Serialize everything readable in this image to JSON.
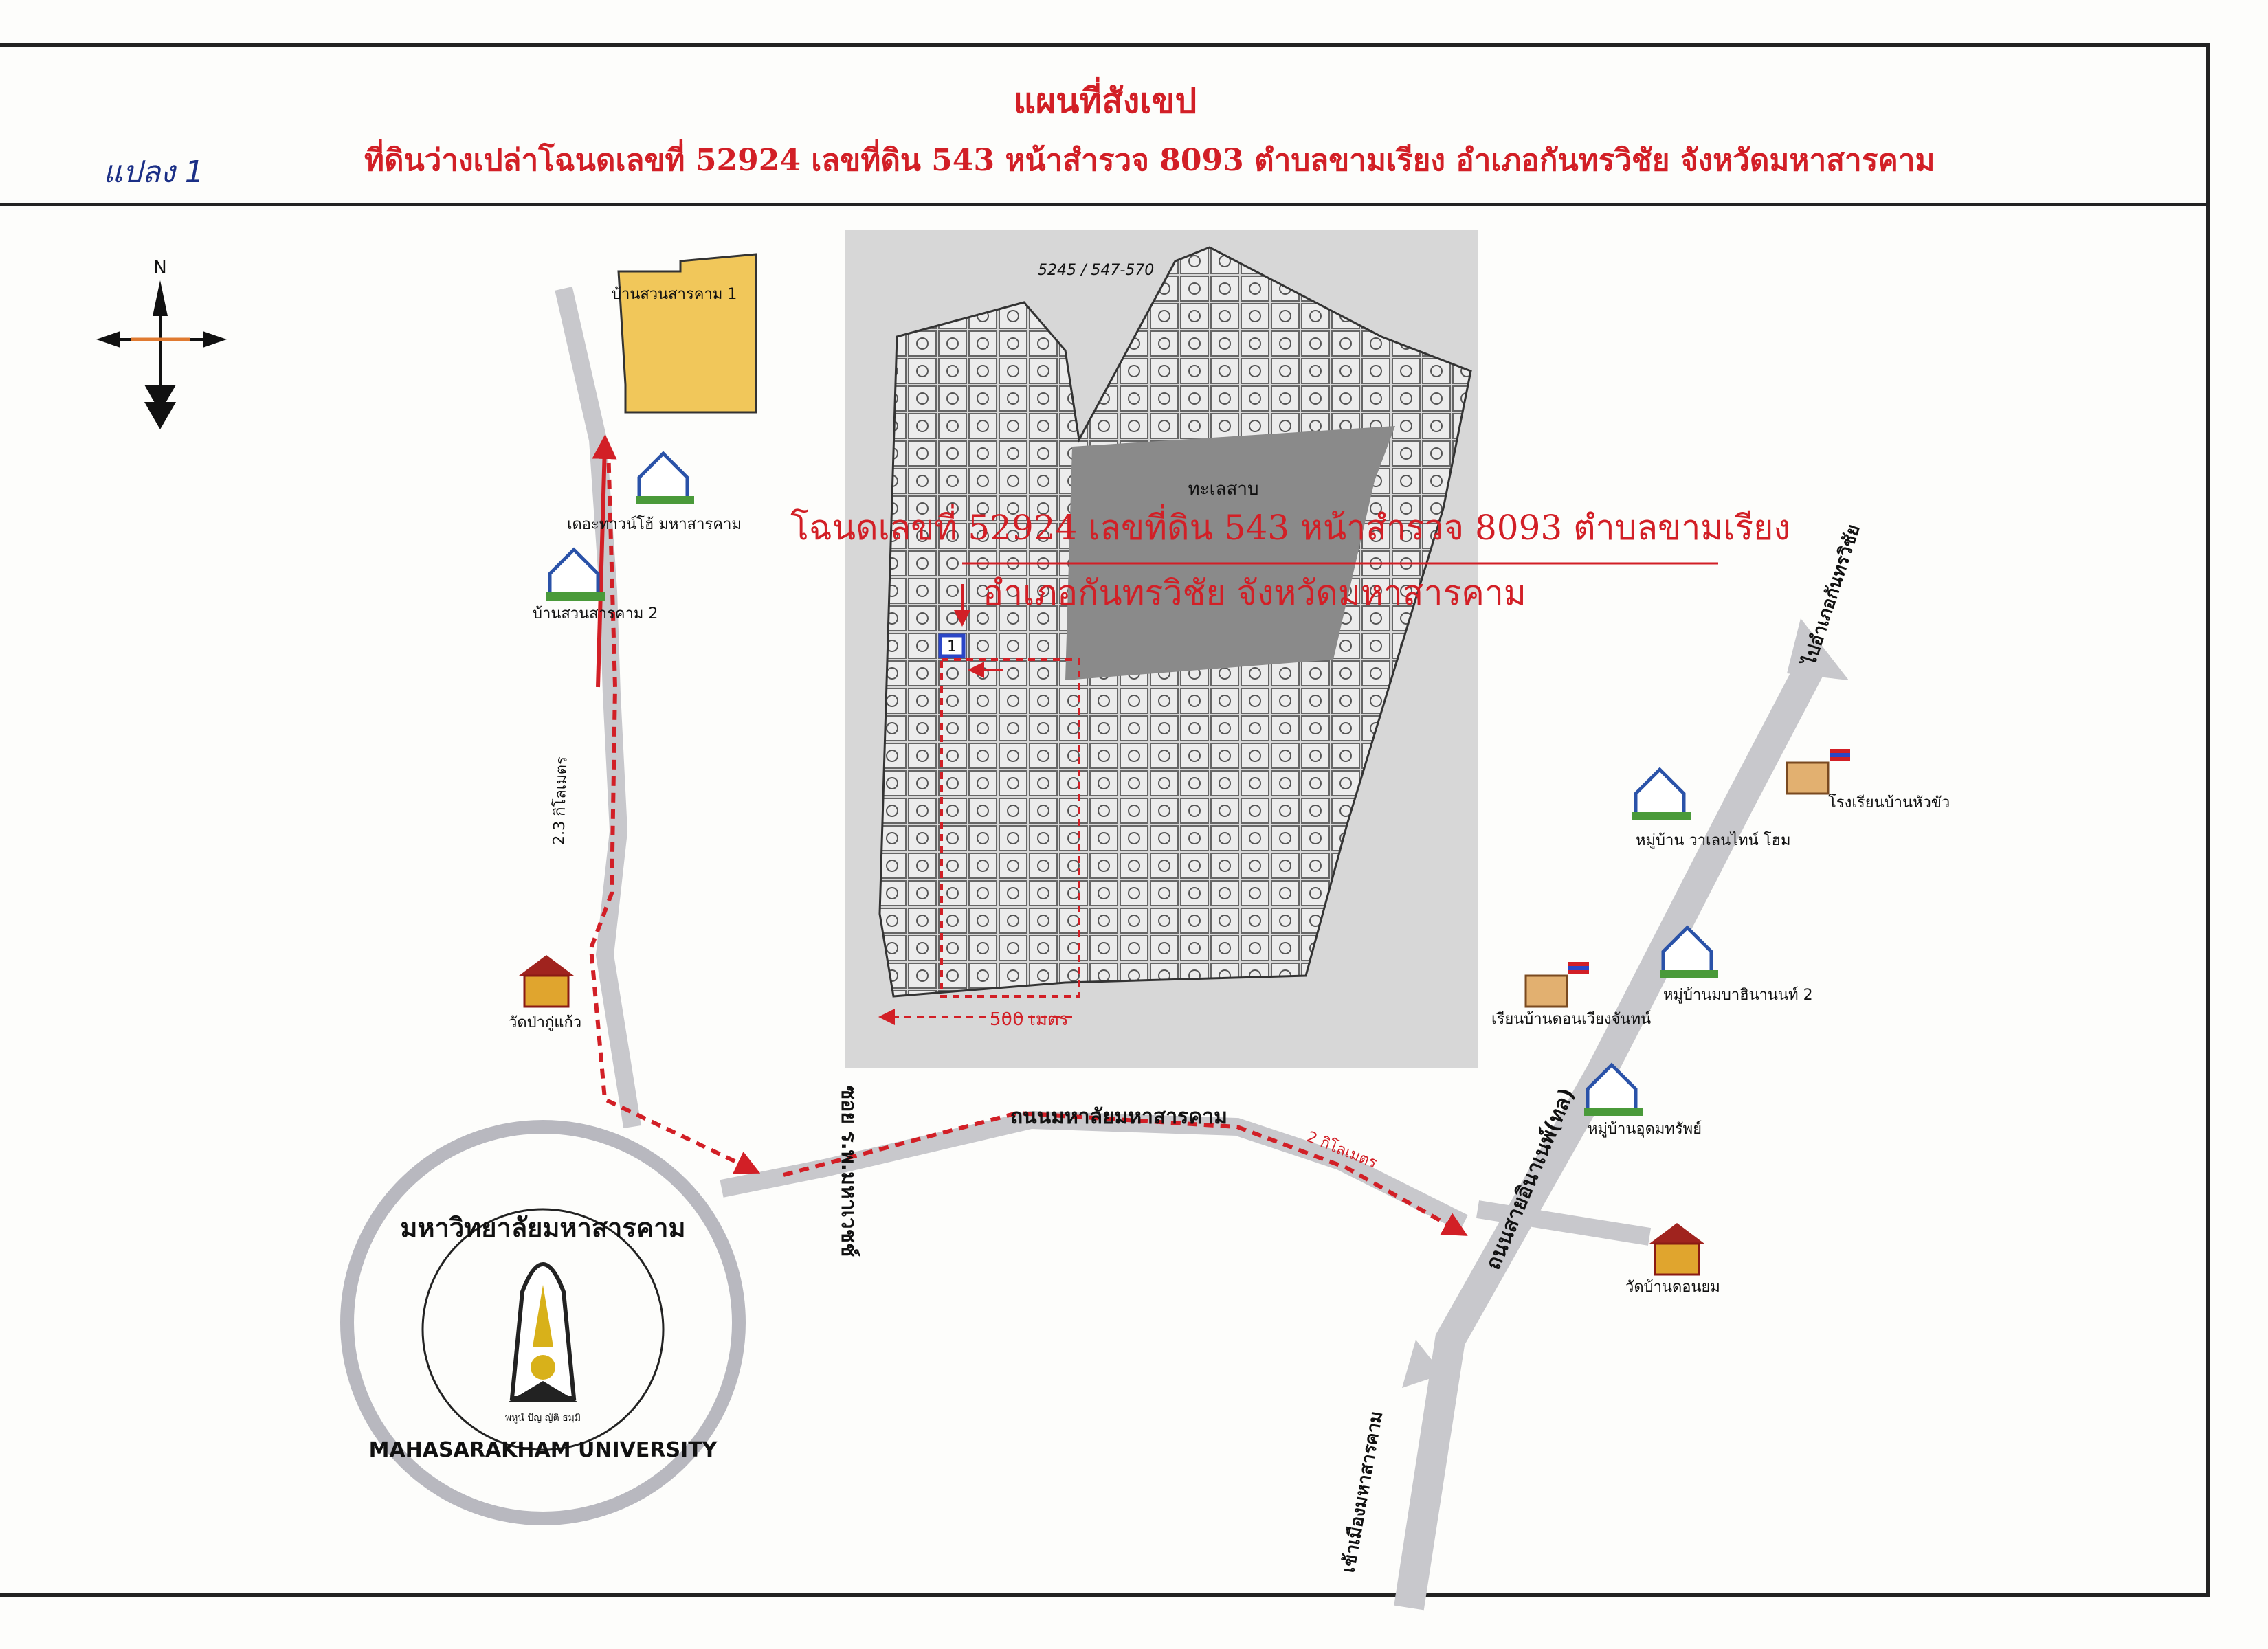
{
  "header": {
    "title": "แผนที่สังเขป",
    "parcel_label": "แปลง 1",
    "subtitle": "ที่ดินว่างเปล่าโฉนดเลขที่ 52924 เลขที่ดิน 543 หน้าสำรวจ 8093 ตำบลขามเรียง อำเภอกันทรวิชัย จังหวัดมหาสารคาม"
  },
  "compass": {
    "north_label": "N"
  },
  "site_plan": {
    "lake_label": "ทะเลสาบ",
    "deed_line_1": "โฉนดเลขที่ 52924 เลขที่ดิน 543 หน้าสำรวจ 8093 ตำบลขามเรียง",
    "deed_line_2": "อำเภอกันทรวิชัย จังหวัดมหาสารคาม",
    "plot_marker": "1",
    "distance_label": "500 เมตร",
    "side_road_label": "ซอย ร.พ.มหาเวชช์",
    "handwriting": "5245 / 547-570"
  },
  "landmarks": {
    "village_1": "บ้านสวนสารคาม 1",
    "the_city": "เดอะทาวน์โฮ้ มหาสารคาม",
    "village_2": "บ้านสวนสารคาม 2",
    "temple_1": "วัดป่ากู่แก้ว",
    "school_1": "โรงเรียนบ้านหัวขัว",
    "valentine": "หมู่บ้าน วาเลนไทน์ โฮม",
    "school_2": "เรียนบ้านดอนเวียงจันทน์",
    "village_mb": "หมู่บ้านมบาฮินานนท์ 2",
    "village_udom": "หมู่บ้านอุดมทรัพย์",
    "temple_2": "วัดบ้านดอนยม"
  },
  "roads": {
    "distance_left": "2.3 กิโลเมตร",
    "university_road": "ถนนมหาลัยมหาสารคาม",
    "distance_right": "2 กิโลเมตร",
    "highway": "ถนนสายอินาเนพ์(ทล)",
    "to_kantharawichai": "ไปอำเภอกันทรวิชัย",
    "to_city": "เข้าเมืองมหาสารคาม"
  },
  "university": {
    "name_th": "มหาวิทยาลัยมหาสารคาม",
    "name_en": "MAHASARAKHAM UNIVERSITY",
    "motto": "พหูนํ ปัญ ญัติ ธมฺมิ"
  },
  "colors": {
    "red": "#d21f26",
    "road": "#c8c8cc",
    "village_fill": "#f1c75a",
    "lake": "#8a8a8a"
  }
}
